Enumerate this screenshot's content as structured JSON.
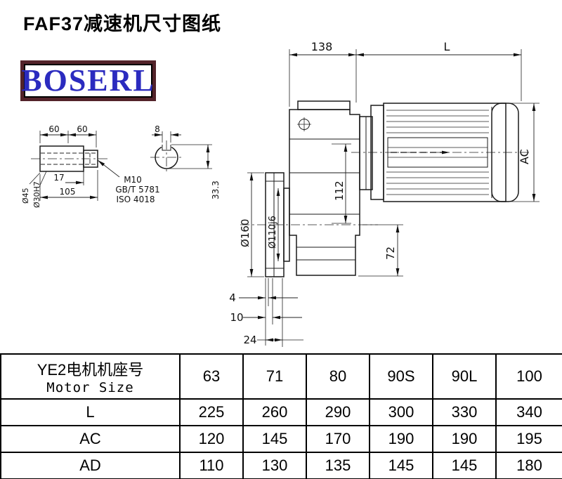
{
  "title": "FAF37减速机尺寸图纸",
  "logo": "BOSERL",
  "drawing": {
    "shaft": {
      "d60a": "60",
      "d60b": "60",
      "d45": "Ø45",
      "d30": "Ø30H7",
      "d17": "17",
      "d105": "105",
      "m10": "M10",
      "gbt": "GB/T 5781",
      "iso": "ISO 4018"
    },
    "keyway": {
      "d8": "8",
      "d333": "33.3"
    },
    "main": {
      "d138": "138",
      "L": "L",
      "AC": "AC",
      "d112": "112",
      "d72": "72",
      "d160": "Ø160",
      "d110": "Ø110j6",
      "d4": "4",
      "d10": "10",
      "d24": "24"
    }
  },
  "table": {
    "header_cn": "YE2电机机座号",
    "header_en": "Motor Size",
    "sizes": [
      "63",
      "71",
      "80",
      "90S",
      "90L",
      "100"
    ],
    "rows": [
      {
        "label": "L",
        "values": [
          "225",
          "260",
          "290",
          "300",
          "330",
          "340"
        ]
      },
      {
        "label": "AC",
        "values": [
          "120",
          "145",
          "170",
          "190",
          "190",
          "195"
        ]
      },
      {
        "label": "AD",
        "values": [
          "110",
          "130",
          "135",
          "145",
          "145",
          "180"
        ]
      }
    ]
  }
}
